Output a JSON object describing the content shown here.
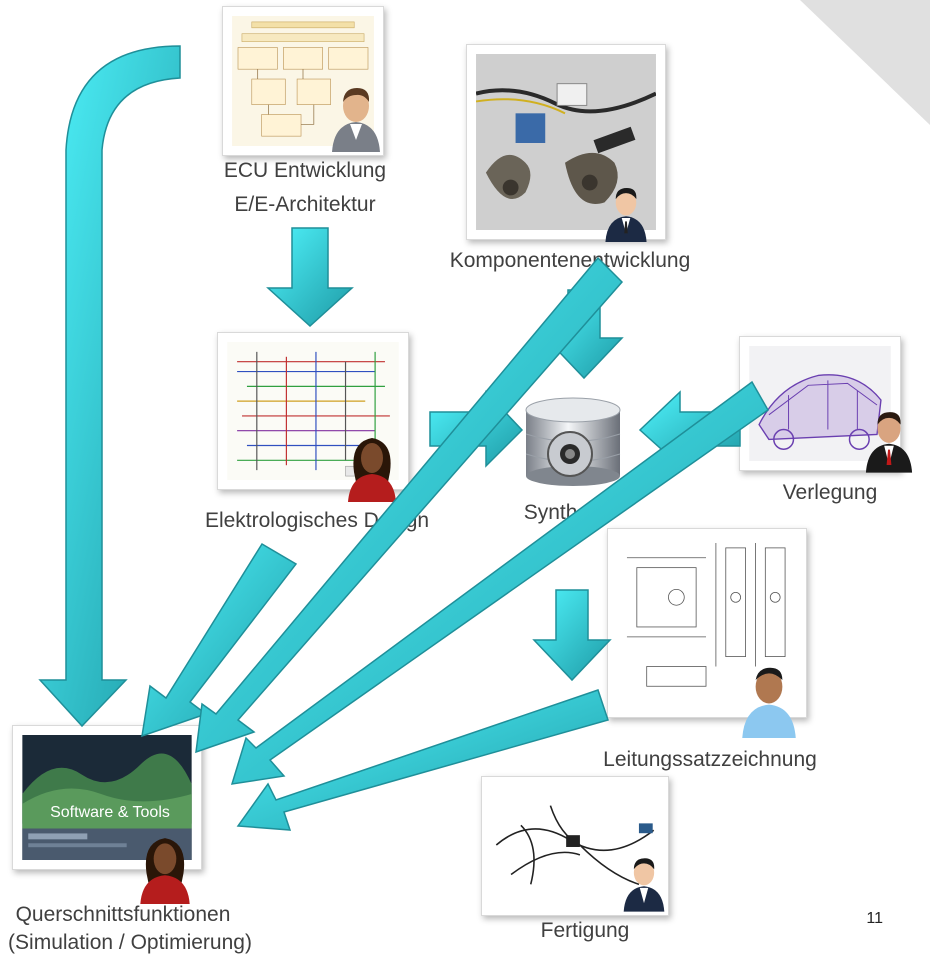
{
  "nodes": {
    "ecu": {
      "line1": "ECU Entwicklung",
      "line2": "E/E-Architektur"
    },
    "komponenten": {
      "label": "Komponentenentwicklung"
    },
    "elektro": {
      "label": "Elektrologisches Design"
    },
    "synthese": {
      "label": "Synthese"
    },
    "verlegung": {
      "label": "Verlegung"
    },
    "leitung": {
      "label": "Leitungssatzzeichnung"
    },
    "fertigung": {
      "label": "Fertigung"
    },
    "quer": {
      "line1": "Querschnittsfunktionen",
      "line2": "(Simulation / Optimierung)",
      "screen_text": "Software & Tools"
    }
  },
  "page_number": "11",
  "colors": {
    "arrow_light": "#4ff3fb",
    "arrow_dark": "#1e9aa5",
    "corner": "#e0e0e0"
  }
}
